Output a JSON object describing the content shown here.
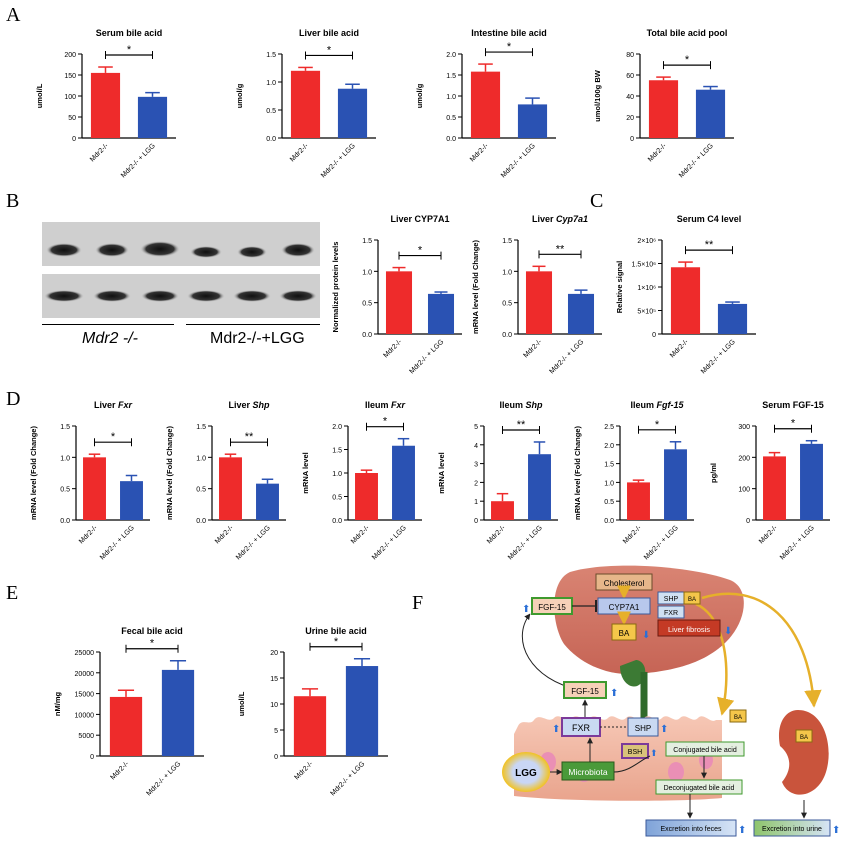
{
  "panel_labels": {
    "A": "A",
    "B": "B",
    "C": "C",
    "D": "D",
    "E": "E",
    "F": "F"
  },
  "blot": {
    "group1_label": "Mdr2 -/-",
    "group2_label": "Mdr2-/-+LGG"
  },
  "colors": {
    "control": "#ee2b2b",
    "treated": "#2a52b3",
    "outline": "#111111"
  },
  "chart_data": [
    {
      "id": "serum-ba",
      "type": "bar",
      "title": "Serum bile acid",
      "ylabel": "umol/L",
      "ylim": [
        0,
        200
      ],
      "ticks": [
        0,
        50,
        100,
        150,
        200
      ],
      "categories": [
        "Mdr2-/-",
        "Mdr2-/- + LGG"
      ],
      "values": [
        155,
        98
      ],
      "errors": [
        14,
        10
      ],
      "significance": "*"
    },
    {
      "id": "liver-ba",
      "type": "bar",
      "title": "Liver bile acid",
      "ylabel": "umol/g",
      "ylim": [
        0,
        1.5
      ],
      "ticks": [
        "0.0",
        "0.5",
        "1.0",
        "1.5"
      ],
      "categories": [
        "Mdr2-/-",
        "Mdr2-/- + LGG"
      ],
      "values": [
        1.2,
        0.88
      ],
      "errors": [
        0.06,
        0.08
      ],
      "significance": "*"
    },
    {
      "id": "intestine-ba",
      "type": "bar",
      "title": "Intestine bile acid",
      "ylabel": "umol/g",
      "ylim": [
        0,
        2.0
      ],
      "ticks": [
        "0.0",
        "0.5",
        "1.0",
        "1.5",
        "2.0"
      ],
      "categories": [
        "Mdr2-/-",
        "Mdr2-/- + LGG"
      ],
      "values": [
        1.58,
        0.8
      ],
      "errors": [
        0.18,
        0.15
      ],
      "significance": "*"
    },
    {
      "id": "total-ba",
      "type": "bar",
      "title": "Total bile acid pool",
      "ylabel": "umol/100g BW",
      "ylim": [
        0,
        80
      ],
      "ticks": [
        0,
        20,
        40,
        60,
        80
      ],
      "categories": [
        "Mdr2-/-",
        "Mdr2-/- + LGG"
      ],
      "values": [
        55,
        46
      ],
      "errors": [
        3,
        3
      ],
      "significance": "*"
    },
    {
      "id": "cyp7a1-protein",
      "type": "bar",
      "title": "Liver CYP7A1",
      "ylabel": "Normalized protein levels",
      "ylim": [
        0,
        1.5
      ],
      "ticks": [
        "0.0",
        "0.5",
        "1.0",
        "1.5"
      ],
      "categories": [
        "Mdr2-/-",
        "Mdr2-/- + LGG"
      ],
      "values": [
        1.0,
        0.64
      ],
      "errors": [
        0.06,
        0.03
      ],
      "significance": "*"
    },
    {
      "id": "cyp7a1-mrna",
      "type": "bar",
      "title": "Liver Cyp7a1",
      "title_italic_part": "Cyp7a1",
      "ylabel": "mRNA level (Fold Change)",
      "ylim": [
        0,
        1.5
      ],
      "ticks": [
        "0.0",
        "0.5",
        "1.0",
        "1.5"
      ],
      "categories": [
        "Mdr2-/-",
        "Mdr2-/- + LGG"
      ],
      "values": [
        1.0,
        0.64
      ],
      "errors": [
        0.08,
        0.06
      ],
      "significance": "**"
    },
    {
      "id": "serum-c4",
      "type": "bar",
      "title": "Serum C4 level",
      "ylabel": "Relative signal",
      "ylim": [
        0,
        2000000
      ],
      "ticks": [
        "0",
        "5×10⁵",
        "1×10⁶",
        "1.5×10⁶",
        "2×10⁶"
      ],
      "categories": [
        "Mdr2-/-",
        "Mdr2-/- + LGG"
      ],
      "values": [
        1420000,
        640000
      ],
      "errors": [
        110000,
        40000
      ],
      "significance": "**"
    },
    {
      "id": "liver-fxr",
      "type": "bar",
      "title": "Liver Fxr",
      "title_italic_part": "Fxr",
      "ylabel": "mRNA level (Fold Change)",
      "ylim": [
        0,
        1.5
      ],
      "ticks": [
        "0.0",
        "0.5",
        "1.0",
        "1.5"
      ],
      "categories": [
        "Mdr2-/-",
        "Mdr2-/- + LGG"
      ],
      "values": [
        1.0,
        0.62
      ],
      "errors": [
        0.05,
        0.09
      ],
      "significance": "*"
    },
    {
      "id": "liver-shp",
      "type": "bar",
      "title": "Liver Shp",
      "title_italic_part": "Shp",
      "ylabel": "mRNA level (Fold Change)",
      "ylim": [
        0,
        1.5
      ],
      "ticks": [
        "0.0",
        "0.5",
        "1.0",
        "1.5"
      ],
      "categories": [
        "Mdr2-/-",
        "Mdr2-/- + LGG"
      ],
      "values": [
        1.0,
        0.58
      ],
      "errors": [
        0.05,
        0.07
      ],
      "significance": "**"
    },
    {
      "id": "ileum-fxr",
      "type": "bar",
      "title": "Ileum Fxr",
      "title_italic_part": "Fxr",
      "ylabel": "mRNA level",
      "ylim": [
        0,
        2.0
      ],
      "ticks": [
        "0.0",
        "0.5",
        "1.0",
        "1.5",
        "2.0"
      ],
      "categories": [
        "Mdr2-/-",
        "Mdr2-/- + LGG"
      ],
      "values": [
        1.0,
        1.58
      ],
      "errors": [
        0.06,
        0.15
      ],
      "significance": "*"
    },
    {
      "id": "ileum-shp",
      "type": "bar",
      "title": "Ileum Shp",
      "title_italic_part": "Shp",
      "ylabel": "mRNA level",
      "ylim": [
        0,
        5
      ],
      "ticks": [
        0,
        1,
        2,
        3,
        4,
        5
      ],
      "categories": [
        "Mdr2-/-",
        "Mdr2-/- + LGG"
      ],
      "values": [
        1.0,
        3.5
      ],
      "errors": [
        0.4,
        0.65
      ],
      "significance": "**"
    },
    {
      "id": "ileum-fgf15",
      "type": "bar",
      "title": "Ileum Fgf-15",
      "title_italic_part": "Fgf-15",
      "ylabel": "mRNA level (Fold Change)",
      "ylim": [
        0,
        2.5
      ],
      "ticks": [
        "0.0",
        "0.5",
        "1.0",
        "1.5",
        "2.0",
        "2.5"
      ],
      "categories": [
        "Mdr2-/-",
        "Mdr2-/- + LGG"
      ],
      "values": [
        1.0,
        1.88
      ],
      "errors": [
        0.06,
        0.2
      ],
      "significance": "*"
    },
    {
      "id": "serum-fgf15",
      "type": "bar",
      "title": "Serum FGF-15",
      "ylabel": "pg/ml",
      "ylim": [
        0,
        300
      ],
      "ticks": [
        0,
        100,
        200,
        300
      ],
      "categories": [
        "Mdr2-/-",
        "Mdr2-/- + LGG"
      ],
      "values": [
        203,
        243
      ],
      "errors": [
        12,
        10
      ],
      "significance": "*"
    },
    {
      "id": "fecal-ba",
      "type": "bar",
      "title": "Fecal bile acid",
      "ylabel": "nM/mg",
      "ylim": [
        0,
        25000
      ],
      "ticks": [
        0,
        5000,
        10000,
        15000,
        20000,
        25000
      ],
      "categories": [
        "Mdr2-/-",
        "Mdr2-/- + LGG"
      ],
      "values": [
        14200,
        20700
      ],
      "errors": [
        1600,
        2200
      ],
      "significance": "*"
    },
    {
      "id": "urine-ba",
      "type": "bar",
      "title": "Urine bile acid",
      "ylabel": "umol/L",
      "ylim": [
        0,
        20
      ],
      "ticks": [
        0,
        5,
        10,
        15,
        20
      ],
      "categories": [
        "Mdr2-/-",
        "Mdr2-/- + LGG"
      ],
      "values": [
        11.5,
        17.3
      ],
      "errors": [
        1.4,
        1.4
      ],
      "significance": "*"
    }
  ],
  "diagram": {
    "cholesterol": "Cholesterol",
    "cyp7a1": "CYP7A1",
    "shp": "SHP",
    "fxr_liver": "FXR",
    "ba_liver": "BA",
    "ba_top": "BA",
    "fgf15_liver": "FGF-15",
    "liver_fibrosis": "Liver fibrosis",
    "fgf15_gut": "FGF-15",
    "fxr_gut": "FXR",
    "shp_gut": "SHP",
    "lgg": "LGG",
    "microbiota": "Microbiota",
    "bsh": "BSH",
    "conjugated": "Conjugated bile acid",
    "deconjugated": "Deconjugated bile acid",
    "ba_gut": "BA",
    "ba_kidney": "BA",
    "feces": "Excretion into feces",
    "urine": "Excretion into urine"
  }
}
